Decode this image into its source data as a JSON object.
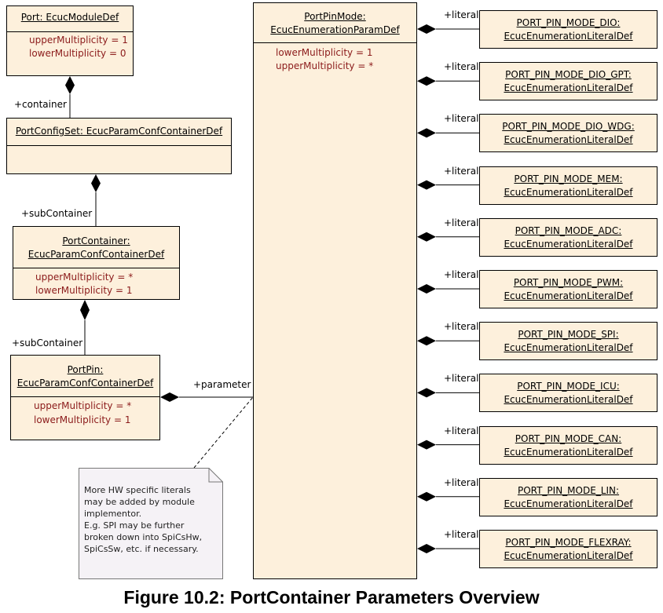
{
  "port": {
    "title": "Port: EcucModuleDef",
    "attrs": [
      "upperMultiplicity = 1",
      "lowerMultiplicity = 0"
    ]
  },
  "configset": {
    "title": "PortConfigSet: EcucParamConfContainerDef"
  },
  "container": {
    "title1": "PortContainer:",
    "title2": "EcucParamConfContainerDef",
    "attrs": [
      "upperMultiplicity = *",
      "lowerMultiplicity = 1"
    ]
  },
  "pin": {
    "title1": "PortPin:",
    "title2": "EcucParamConfContainerDef",
    "attrs": [
      "upperMultiplicity = *",
      "lowerMultiplicity = 1"
    ]
  },
  "pinmode": {
    "title1": "PortPinMode:",
    "title2": "EcucEnumerationParamDef",
    "attrs": [
      "lowerMultiplicity = 1",
      "upperMultiplicity = *"
    ]
  },
  "roles": {
    "container": "+container",
    "subContainer1": "+subContainer",
    "subContainer2": "+subContainer",
    "parameter": "+parameter",
    "literal": "+literal"
  },
  "literals": [
    {
      "name": "PORT_PIN_MODE_DIO:",
      "type": "EcucEnumerationLiteralDef"
    },
    {
      "name": "PORT_PIN_MODE_DIO_GPT:",
      "type": "EcucEnumerationLiteralDef"
    },
    {
      "name": "PORT_PIN_MODE_DIO_WDG:",
      "type": "EcucEnumerationLiteralDef"
    },
    {
      "name": "PORT_PIN_MODE_MEM:",
      "type": "EcucEnumerationLiteralDef"
    },
    {
      "name": "PORT_PIN_MODE_ADC:",
      "type": "EcucEnumerationLiteralDef"
    },
    {
      "name": "PORT_PIN_MODE_PWM:",
      "type": "EcucEnumerationLiteralDef"
    },
    {
      "name": "PORT_PIN_MODE_SPI:",
      "type": "EcucEnumerationLiteralDef"
    },
    {
      "name": "PORT_PIN_MODE_ICU:",
      "type": "EcucEnumerationLiteralDef"
    },
    {
      "name": "PORT_PIN_MODE_CAN:",
      "type": "EcucEnumerationLiteralDef"
    },
    {
      "name": "PORT_PIN_MODE_LIN:",
      "type": "EcucEnumerationLiteralDef"
    },
    {
      "name": "PORT_PIN_MODE_FLEXRAY:",
      "type": "EcucEnumerationLiteralDef"
    }
  ],
  "note": {
    "lines": [
      "More HW specific literals",
      "may be added by module",
      "implementor.",
      "E.g. SPI may be further",
      "broken down into SpiCsHw,",
      "SpiCsSw, etc. if necessary."
    ]
  },
  "caption": "Figure 10.2: PortContainer Parameters Overview"
}
